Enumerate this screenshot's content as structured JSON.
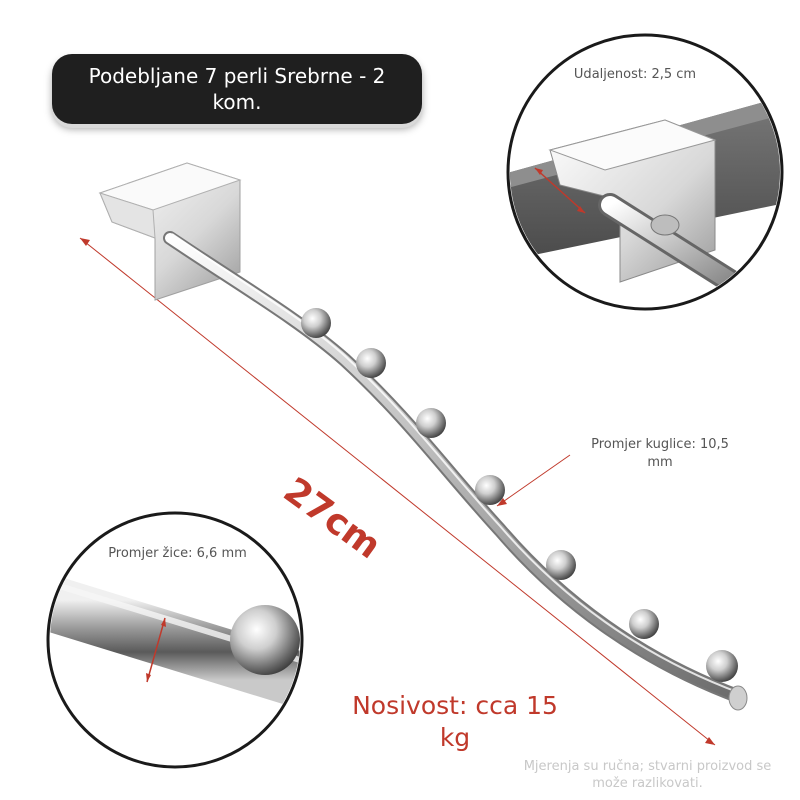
{
  "product": {
    "title": "Podebljane 7 perli Srebrne - 2 kom.",
    "length_label": "27cm",
    "capacity_label": "Nosivost: cca 15 kg",
    "disclaimer": "Mjerenja su ručna; stvarni proizvod se može razlikovati."
  },
  "details": {
    "distance_label": "Udaljenost: 2,5 cm",
    "ball_diameter_label": "Promjer kuglice: 10,5 mm",
    "wire_diameter_label": "Promjer žice: 6,6 mm"
  },
  "product_specs": {
    "ball_count": 7
  },
  "colors": {
    "accent": "#c0392b",
    "badge_bg": "#1f1f1f",
    "metal_light": "#f2f2f2",
    "metal_dark": "#6e6e6e",
    "bar_dark": "#5a5a5a"
  }
}
